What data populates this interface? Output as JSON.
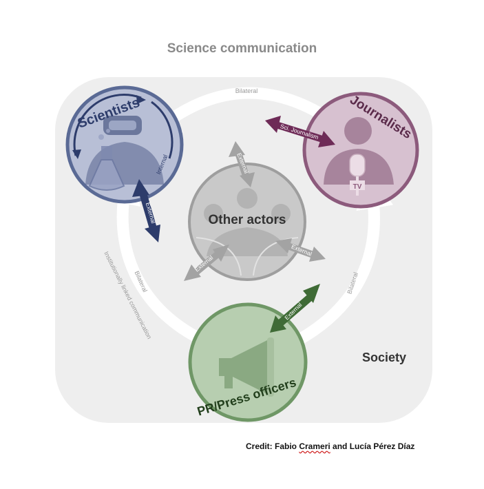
{
  "diagram": {
    "title": "Science communication",
    "society_label": "Society",
    "nodes": {
      "scientists": {
        "label": "Scientists",
        "color": "#5a6a95",
        "fill": "#b8bfd6"
      },
      "journalists": {
        "label": "Journalists",
        "color": "#8c5a7c",
        "fill": "#d7c1d0"
      },
      "other_actors": {
        "label": "Other actors",
        "color": "#9a9a9a",
        "fill": "#c9c9c9"
      },
      "pr_press": {
        "label": "PR/Press officers",
        "color": "#5f8a58",
        "fill": "#b7ceb0"
      }
    },
    "labels": {
      "bilateral_top": "Bilateral",
      "bilateral_left": "Bilateral",
      "bilateral_right": "Bilateral",
      "internal": "Internal",
      "external_scientists": "External",
      "external_other_top": "External",
      "external_other_left": "External",
      "external_other_right": "External",
      "external_pr": "External",
      "sci_journalism": "Sci. Journalism",
      "institutional": "Institutionally linked communication",
      "tv": "TV"
    },
    "credit": {
      "prefix": "Credit: Fabio ",
      "name_underlined": "Crameri",
      "suffix": " and Lucía Pérez Díaz"
    }
  }
}
